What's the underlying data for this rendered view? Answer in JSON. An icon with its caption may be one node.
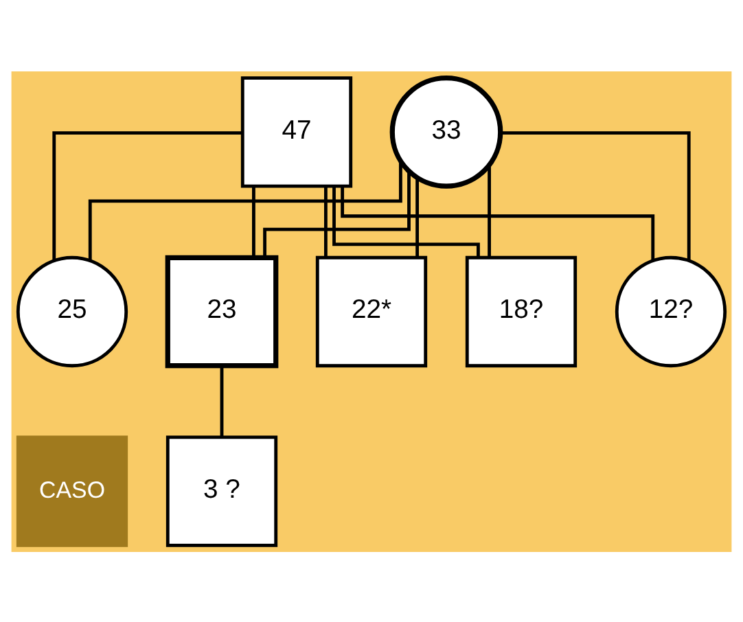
{
  "diagram": {
    "nodes": [
      {
        "text": [
          "47"
        ]
      },
      {
        "text": [
          "33"
        ]
      },
      {
        "text": [
          "25"
        ]
      },
      {
        "text": [
          "23"
        ]
      },
      {
        "text": [
          "22*"
        ]
      },
      {
        "text": [
          "18?"
        ]
      },
      {
        "text": [
          "12?"
        ]
      },
      {
        "text": [
          "3 ?"
        ]
      },
      {
        "text": [
          "CASO"
        ]
      }
    ],
    "edges": [
      {
        "from": 0,
        "to": 2,
        "arrow": "none"
      },
      {
        "from": 0,
        "to": 3,
        "arrow": "none"
      },
      {
        "from": 0,
        "to": 4,
        "arrow": "none"
      },
      {
        "from": 0,
        "to": 5,
        "arrow": "none"
      },
      {
        "from": 0,
        "to": 6,
        "arrow": "none"
      },
      {
        "from": 1,
        "to": 2,
        "arrow": "none"
      },
      {
        "from": 1,
        "to": 3,
        "arrow": "none"
      },
      {
        "from": 1,
        "to": 4,
        "arrow": "none"
      },
      {
        "from": 1,
        "to": 5,
        "arrow": "none"
      },
      {
        "from": 1,
        "to": 6,
        "arrow": "none"
      },
      {
        "from": 3,
        "to": 7,
        "arrow": "none"
      }
    ]
  }
}
